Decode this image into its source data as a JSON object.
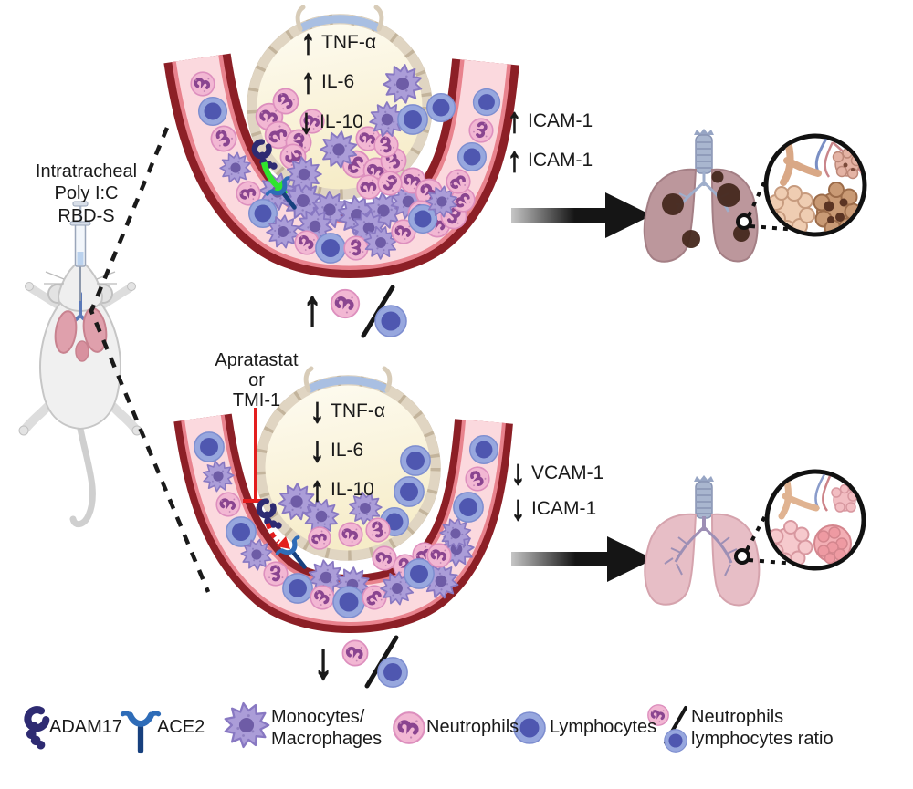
{
  "mouse": {
    "label": "Intratracheal\nPoly I:C\nRBD-S"
  },
  "panels": {
    "top": {
      "cytokines": [
        {
          "arrow": "↑",
          "label": "TNF-α"
        },
        {
          "arrow": "↑",
          "label": "IL-6"
        },
        {
          "arrow": "↓",
          "label": "IL-10"
        }
      ],
      "adhesion_molecules": [
        {
          "arrow": "↑",
          "label": "ICAM-1"
        },
        {
          "arrow": "↑",
          "label": "ICAM-1"
        }
      ],
      "ratio_arrow": "↑"
    },
    "bottom": {
      "treatment": "Apratastat\nor\nTMI-1",
      "cytokines": [
        {
          "arrow": "↓",
          "label": "TNF-α"
        },
        {
          "arrow": "↓",
          "label": "IL-6"
        },
        {
          "arrow": "↑",
          "label": "IL-10"
        }
      ],
      "adhesion_molecules": [
        {
          "arrow": "↓",
          "label": "VCAM-1"
        },
        {
          "arrow": "↓",
          "label": "ICAM-1"
        }
      ],
      "ratio_arrow": "↓"
    }
  },
  "legend": {
    "items": [
      {
        "icon": "adam17-icon",
        "label": "ADAM17"
      },
      {
        "icon": "ace2-icon",
        "label": "ACE2"
      },
      {
        "icon": "monocyte-macrophage-icon",
        "label": "Monocytes/\nMacrophages"
      },
      {
        "icon": "neutrophil-icon",
        "label": "Neutrophils"
      },
      {
        "icon": "lymphocyte-icon",
        "label": "Lymphocytes"
      },
      {
        "icon": "neutrophil-lymphocyte-ratio-icon",
        "label": "Neutrophils\nlymphocytes ratio"
      }
    ]
  },
  "colors": {
    "vessel_wall": "#8C1F26",
    "vessel_endothelium": "#E8828D",
    "vessel_lumen": "#FBD9DE",
    "alveolus_fill": "#F7EECB",
    "alveolus_border": "#E0D5C2",
    "neutrophil": "#F2B7D3",
    "lymphocyte": "#97A7DE",
    "monocyte_macrophage": "#AB9DD8",
    "adam17": "#2E2B72",
    "ace2": "#2E6CB8",
    "activation_arrow": "#2FE52F",
    "inhibition": "#E31E1E",
    "text": "#1A1A1A"
  }
}
